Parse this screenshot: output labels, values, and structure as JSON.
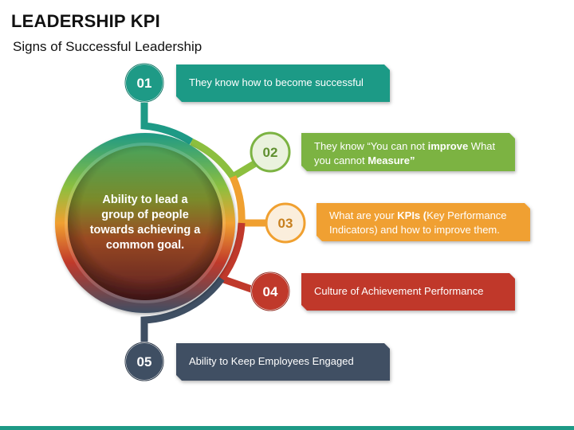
{
  "title": "LEADERSHIP KPI",
  "subtitle": "Signs of Successful Leadership",
  "center": {
    "text": "Ability to lead a group of people towards achieving a common goal."
  },
  "items": [
    {
      "number": "01",
      "text": "They know how to become successful",
      "color": "#1e9a86",
      "dark": "#157a69"
    },
    {
      "number": "02",
      "text_before": "They know “You can not ",
      "bold1": "improve",
      "text_mid": " What you cannot ",
      "bold2": "Measure”",
      "color": "#7cb342",
      "dark": "#5f8f2f"
    },
    {
      "number": "03",
      "text_before": "What are your ",
      "bold1": "KPIs (",
      "text_after": "Key Performance Indicators) and how to improve them.",
      "color": "#f0a030",
      "dark": "#c77f1e"
    },
    {
      "number": "04",
      "text": "Culture of Achievement Performance",
      "color": "#c0392b",
      "dark": "#932c21"
    },
    {
      "number": "05",
      "text": "Ability to Keep Employees Engaged",
      "color": "#3f4f63",
      "dark": "#2c3848"
    }
  ]
}
